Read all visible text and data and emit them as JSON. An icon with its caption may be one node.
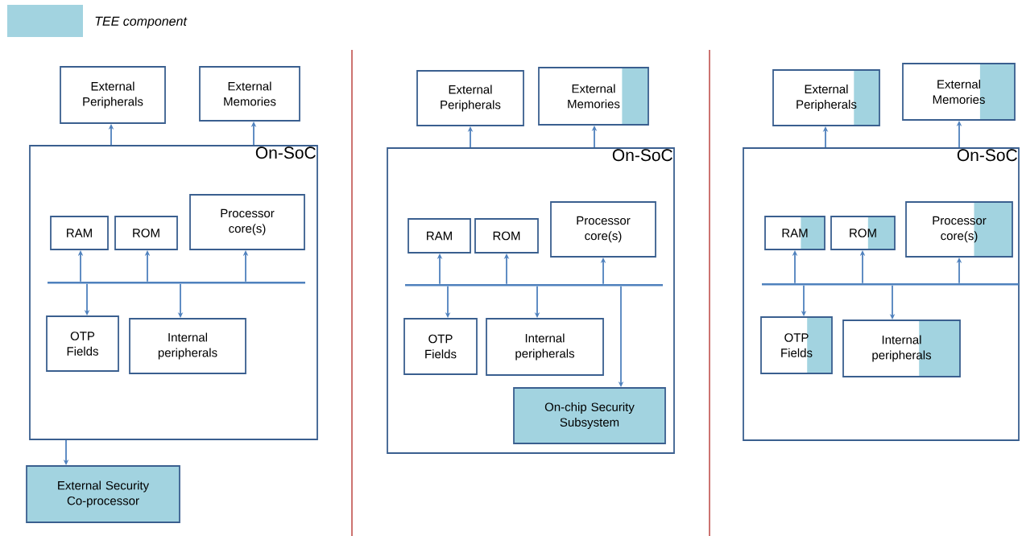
{
  "diagram": {
    "nodes": [
      {
        "text": [
          "External Peripherals"
        ]
      },
      {
        "text": [
          "External Memories"
        ]
      },
      {
        "text": [
          "On-SoC"
        ]
      },
      {
        "text": [
          "RAM"
        ],
        "in": 2
      },
      {
        "text": [
          "ROM"
        ],
        "in": 2
      },
      {
        "text": [
          "Processor core(s)"
        ],
        "in": 2
      },
      {
        "text": [],
        "shape": "bar",
        "in": 2
      },
      {
        "text": [
          "OTP Fields"
        ],
        "in": 2
      },
      {
        "text": [
          "Internal peripherals"
        ],
        "in": 2
      },
      {
        "text": [
          "External Security Co-processor"
        ]
      },
      {
        "text": [
          "External Peripherals"
        ]
      },
      {
        "text": [
          "External Memories"
        ]
      },
      {
        "text": [
          "On-SoC"
        ]
      },
      {
        "text": [
          "RAM"
        ],
        "in": 12
      },
      {
        "text": [
          "ROM"
        ],
        "in": 12
      },
      {
        "text": [
          "Processor core(s)"
        ],
        "in": 12
      },
      {
        "text": [],
        "shape": "bar",
        "in": 12
      },
      {
        "text": [
          "OTP Fields"
        ],
        "in": 12
      },
      {
        "text": [
          "Internal peripherals"
        ],
        "in": 12
      },
      {
        "text": [
          "On-chip Security Subsystem"
        ],
        "in": 12
      },
      {
        "text": [
          "External Peripherals"
        ]
      },
      {
        "text": [
          "External Memories"
        ]
      },
      {
        "text": [
          "On-SoC"
        ]
      },
      {
        "text": [
          "RAM"
        ],
        "in": 22
      },
      {
        "text": [
          "ROM"
        ],
        "in": 22
      },
      {
        "text": [
          "Processor core(s)"
        ],
        "in": 22
      },
      {
        "text": [],
        "shape": "bar",
        "in": 22
      },
      {
        "text": [
          "OTP Fields"
        ],
        "in": 22
      },
      {
        "text": [
          "Internal peripherals"
        ],
        "in": 22
      }
    ],
    "edges": [
      {
        "from": 2,
        "to": 0,
        "arrow": "to"
      },
      {
        "from": 2,
        "to": 1,
        "arrow": "to"
      },
      {
        "from": 6,
        "to": 3,
        "arrow": "to"
      },
      {
        "from": 6,
        "to": 4,
        "arrow": "to"
      },
      {
        "from": 6,
        "to": 5,
        "arrow": "to"
      },
      {
        "from": 6,
        "to": 7,
        "arrow": "to"
      },
      {
        "from": 6,
        "to": 8,
        "arrow": "to"
      },
      {
        "from": 2,
        "to": 9,
        "arrow": "to"
      },
      {
        "from": 12,
        "to": 10,
        "arrow": "to"
      },
      {
        "from": 12,
        "to": 11,
        "arrow": "to"
      },
      {
        "from": 16,
        "to": 13,
        "arrow": "to"
      },
      {
        "from": 16,
        "to": 14,
        "arrow": "to"
      },
      {
        "from": 16,
        "to": 15,
        "arrow": "to"
      },
      {
        "from": 16,
        "to": 17,
        "arrow": "to"
      },
      {
        "from": 16,
        "to": 18,
        "arrow": "to"
      },
      {
        "from": 16,
        "to": 19,
        "arrow": "to"
      },
      {
        "from": 22,
        "to": 20,
        "arrow": "to"
      },
      {
        "from": 22,
        "to": 21,
        "arrow": "to"
      },
      {
        "from": 26,
        "to": 23,
        "arrow": "to"
      },
      {
        "from": 26,
        "to": 24,
        "arrow": "to"
      },
      {
        "from": 26,
        "to": 25,
        "arrow": "to"
      },
      {
        "from": 26,
        "to": 27,
        "arrow": "to"
      },
      {
        "from": 26,
        "to": 28,
        "arrow": "to"
      }
    ],
    "legend": [
      {
        "text": "TEE component",
        "color": "#a2d3e0"
      }
    ]
  }
}
